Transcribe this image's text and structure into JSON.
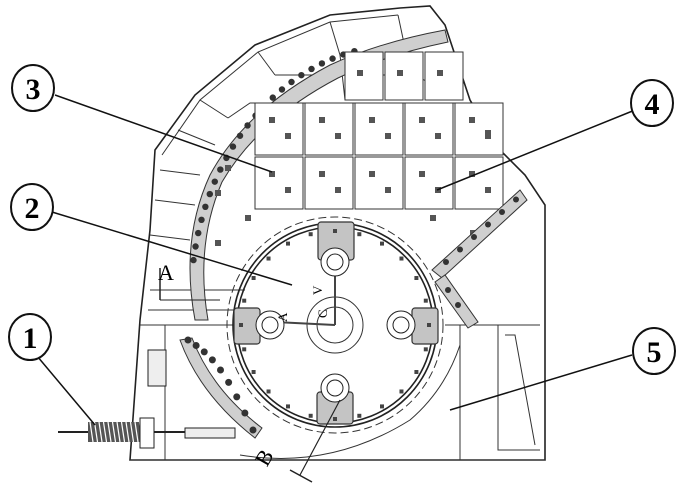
{
  "callouts": [
    {
      "id": "1",
      "label": "1"
    },
    {
      "id": "2",
      "label": "2"
    },
    {
      "id": "3",
      "label": "3"
    },
    {
      "id": "4",
      "label": "4"
    },
    {
      "id": "5",
      "label": "5"
    }
  ],
  "section_marks": {
    "a": "A",
    "b": "B"
  },
  "rotor_marks": {
    "v": "V",
    "c": "C",
    "a": "A"
  },
  "colors": {
    "line": "#222222",
    "fill_gray": "#c4c4c4",
    "background": "#ffffff"
  }
}
